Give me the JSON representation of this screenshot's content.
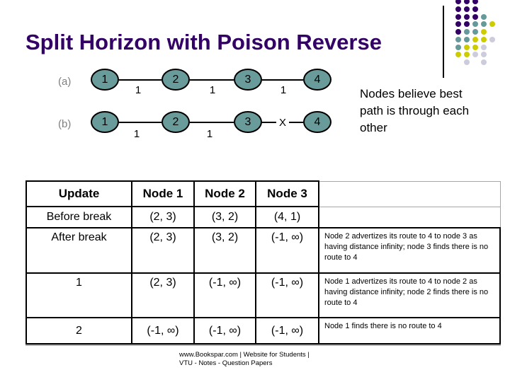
{
  "slide": {
    "title": "Split Horizon with Poison Reverse"
  },
  "diagram": {
    "row_a": {
      "label": "(a)",
      "nodes": [
        "1",
        "2",
        "3",
        "4"
      ],
      "edge_labels": [
        "1",
        "1",
        "1"
      ]
    },
    "row_b": {
      "label": "(b)",
      "nodes": [
        "1",
        "2",
        "3",
        "4"
      ],
      "edge_labels": [
        "1",
        "1"
      ],
      "break_marker": "X"
    },
    "side_note": "Nodes believe best path is through each other"
  },
  "table": {
    "headers": [
      "Update",
      "Node 1",
      "Node 2",
      "Node 3"
    ],
    "rows": [
      {
        "label": "Before break",
        "cells": [
          "(2, 3)",
          "(3, 2)",
          "(4, 1)"
        ],
        "note": ""
      },
      {
        "label": "After break",
        "cells": [
          "(2, 3)",
          "(3, 2)",
          "(-1, ∞)"
        ],
        "note": "Node 2 advertizes its route to 4 to node 3 as having distance infinity; node 3 finds there is no route to 4"
      },
      {
        "label": "1",
        "cells": [
          "(2, 3)",
          "(-1, ∞)",
          "(-1, ∞)"
        ],
        "note": "Node 1 advertizes its route to 4 to node 2 as having distance infinity; node 2 finds there is no route to 4"
      },
      {
        "label": "2",
        "cells": [
          "(-1, ∞)",
          "(-1, ∞)",
          "(-1, ∞)"
        ],
        "note": "Node 1 finds there is no route to 4"
      }
    ]
  },
  "footer": {
    "line1": "www.Bookspar.com | Website for Students |",
    "line2": "VTU - Notes - Question Papers"
  },
  "decor": {
    "colors": {
      "P": "#330066",
      "T": "#669999",
      "Y": "#cccc00",
      "G": "#ccccdd"
    },
    "dot_rows": [
      [
        "P",
        "P",
        "P",
        "",
        ""
      ],
      [
        "P",
        "P",
        "P",
        "",
        ""
      ],
      [
        "P",
        "P",
        "P",
        "T",
        ""
      ],
      [
        "P",
        "P",
        "T",
        "T",
        "Y"
      ],
      [
        "P",
        "T",
        "T",
        "Y",
        ""
      ],
      [
        "T",
        "T",
        "Y",
        "Y",
        "G"
      ],
      [
        "T",
        "Y",
        "Y",
        "G",
        ""
      ],
      [
        "Y",
        "Y",
        "G",
        "G",
        ""
      ],
      [
        "",
        "G",
        "",
        "G",
        ""
      ]
    ]
  },
  "colors": {
    "title": "#330066",
    "node_fill": "#699b9b",
    "label_gray": "#7f7f7f"
  }
}
